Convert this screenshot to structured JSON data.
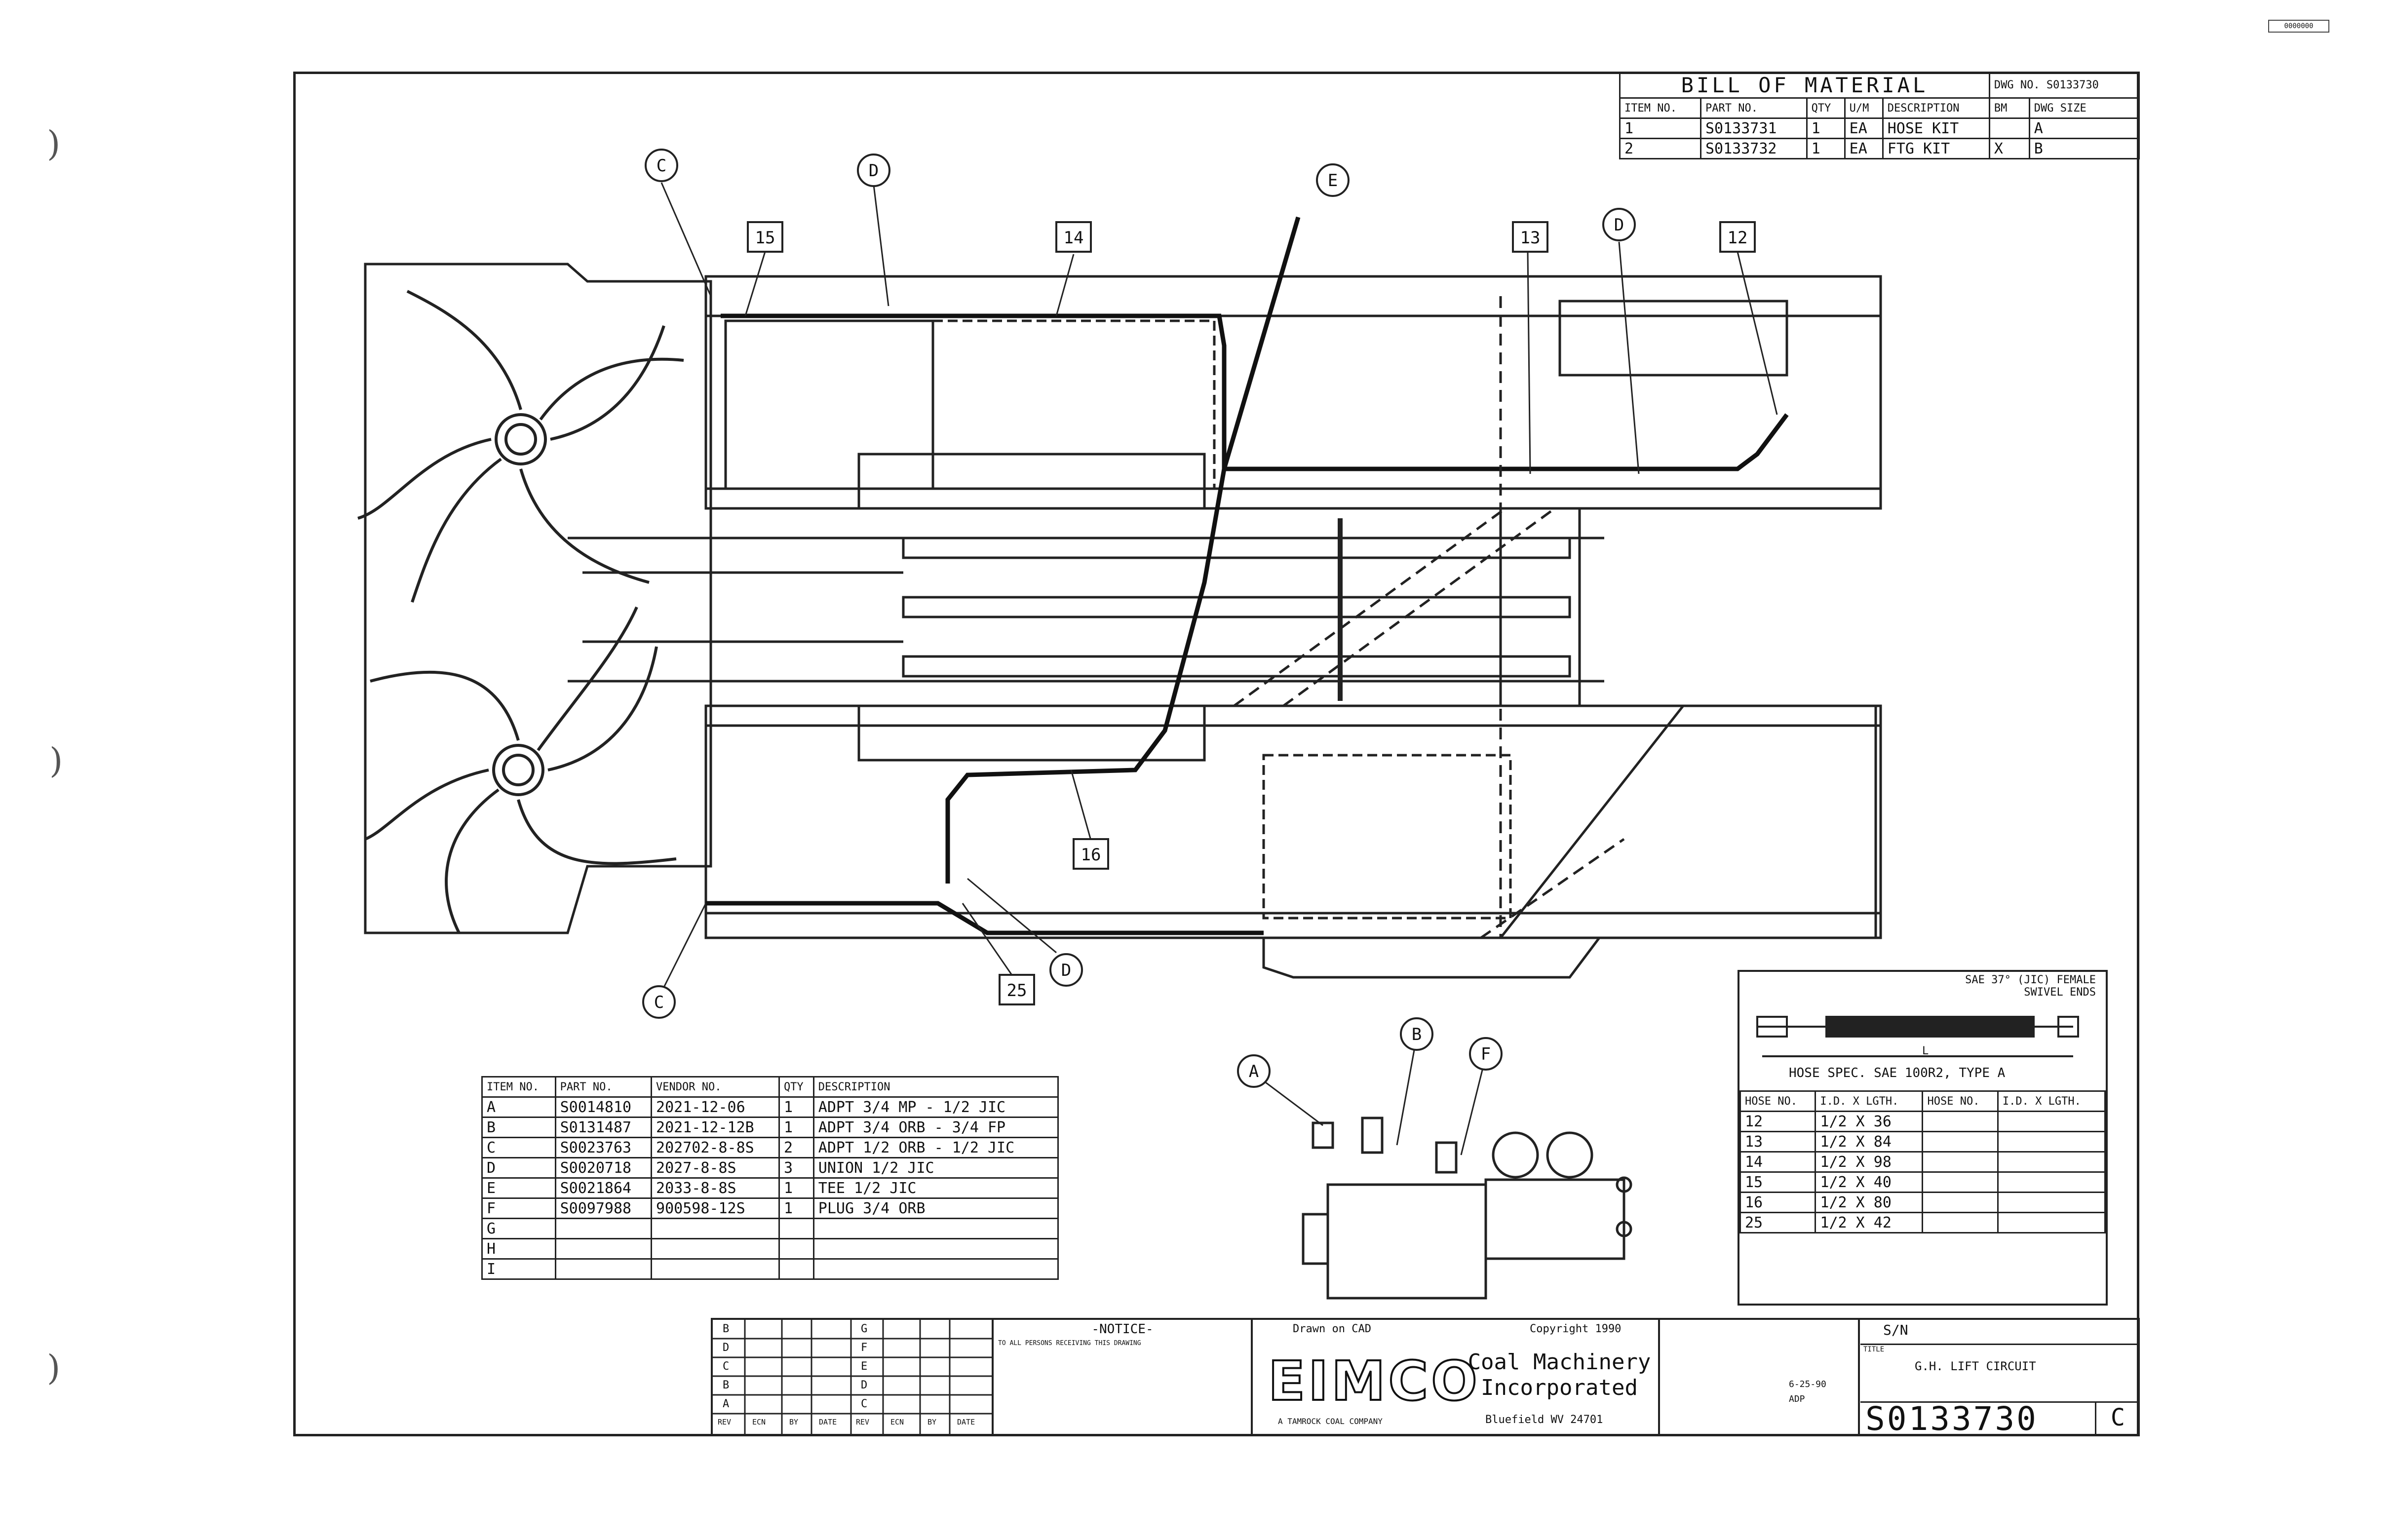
{
  "stamp": "0000000",
  "bom": {
    "title": "BILL OF MATERIAL",
    "dwg_label": "DWG NO.",
    "dwg_no": "S0133730",
    "headers": [
      "ITEM NO.",
      "PART NO.",
      "QTY",
      "U/M",
      "DESCRIPTION",
      "BM",
      "DWG SIZE"
    ],
    "rows": [
      [
        "1",
        "S0133731",
        "1",
        "EA",
        "HOSE KIT",
        "",
        "A"
      ],
      [
        "2",
        "S0133732",
        "1",
        "EA",
        "FTG KIT",
        "X",
        "B"
      ]
    ]
  },
  "fittings": {
    "headers": [
      "ITEM NO.",
      "PART NO.",
      "VENDOR NO.",
      "QTY",
      "DESCRIPTION"
    ],
    "rows": [
      [
        "A",
        "S0014810",
        "2021-12-06",
        "1",
        "ADPT 3/4 MP - 1/2 JIC"
      ],
      [
        "B",
        "S0131487",
        "2021-12-12B",
        "1",
        "ADPT 3/4 ORB - 3/4 FP"
      ],
      [
        "C",
        "S0023763",
        "202702-8-8S",
        "2",
        "ADPT 1/2 ORB - 1/2 JIC"
      ],
      [
        "D",
        "S0020718",
        "2027-8-8S",
        "3",
        "UNION 1/2 JIC"
      ],
      [
        "E",
        "S0021864",
        "2033-8-8S",
        "1",
        "TEE 1/2 JIC"
      ],
      [
        "F",
        "S0097988",
        "900598-12S",
        "1",
        "PLUG 3/4 ORB"
      ],
      [
        "G",
        "",
        "",
        "",
        ""
      ],
      [
        "H",
        "",
        "",
        "",
        ""
      ],
      [
        "I",
        "",
        "",
        "",
        ""
      ]
    ]
  },
  "hose": {
    "spec_top": "SAE 37° (JIC) FEMALE SWIVEL ENDS",
    "length_label": "L",
    "spec": "HOSE SPEC. SAE 100R2, TYPE A",
    "headers": [
      "HOSE NO.",
      "I.D. X LGTH.",
      "HOSE NO.",
      "I.D. X LGTH."
    ],
    "rows": [
      [
        "12",
        "1/2 X 36",
        "",
        ""
      ],
      [
        "13",
        "1/2 X 84",
        "",
        ""
      ],
      [
        "14",
        "1/2 X 98",
        "",
        ""
      ],
      [
        "15",
        "1/2 X 40",
        "",
        ""
      ],
      [
        "16",
        "1/2 X 80",
        "",
        ""
      ],
      [
        "25",
        "1/2 X 42",
        "",
        ""
      ]
    ]
  },
  "callouts": {
    "circles": [
      "C",
      "D",
      "E",
      "D",
      "C",
      "D",
      "A",
      "B",
      "F"
    ],
    "boxes": [
      "15",
      "14",
      "13",
      "12",
      "16",
      "25"
    ]
  },
  "title_block": {
    "notice_title": "-NOTICE-",
    "notice_text": "TO ALL PERSONS RECEIVING THIS DRAWING",
    "rev_letters": [
      "B",
      "D",
      "C",
      "B",
      "A"
    ],
    "rev_letters2": [
      "G",
      "F",
      "E",
      "D",
      "C"
    ],
    "rev_headers": [
      "REV",
      "ECN",
      "BY",
      "DATE",
      "REV",
      "ECN",
      "BY",
      "DATE"
    ],
    "drawn": "Drawn on CAD",
    "copyright": "Copyright 1990",
    "company": "EIMCO",
    "company_line1": "Coal Machinery",
    "company_line2": "Incorporated",
    "company_sub": "A TAMROCK COAL COMPANY",
    "city": "Bluefield WV 24701",
    "serial_label": "S/N",
    "title_label": "TITLE",
    "title": "G.H. LIFT CIRCUIT",
    "dwg_no": "S0133730",
    "rev": "C",
    "date": "6-25-90",
    "drawn_by": "ADP"
  }
}
